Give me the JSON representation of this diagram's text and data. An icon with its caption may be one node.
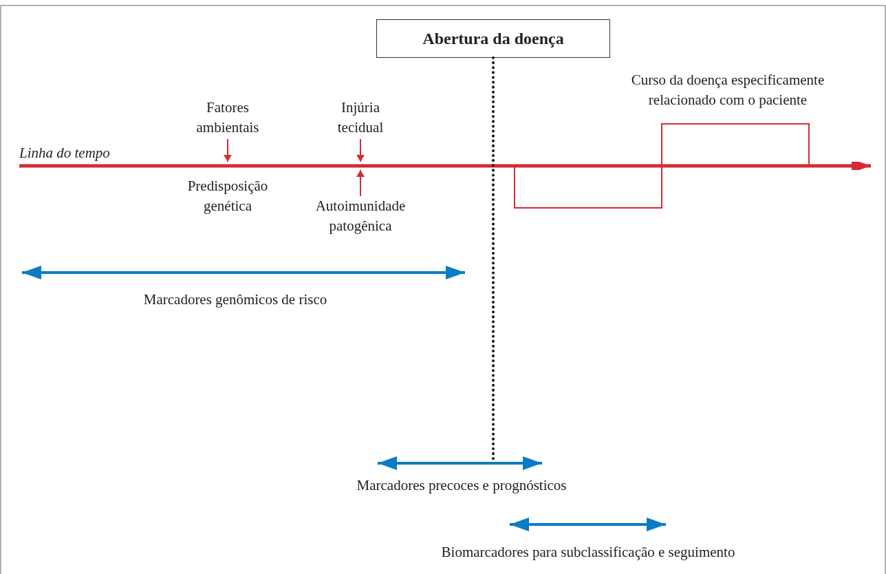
{
  "diagram": {
    "nodes": [
      {
        "text": [
          "Abertura da doença"
        ]
      },
      {
        "text": [
          "Fatores ambientais"
        ]
      },
      {
        "text": [
          "Injúria tecidual"
        ]
      },
      {
        "text": [
          "Autoimunidade patogênica"
        ]
      },
      {
        "text": [],
        "shape": "bar"
      }
    ],
    "edges": [
      {
        "from": 1,
        "to": 4,
        "arrow": "to"
      },
      {
        "from": 2,
        "to": 4,
        "arrow": "to"
      },
      {
        "from": 3,
        "to": 4,
        "arrow": "to"
      },
      {
        "from": 0,
        "to": null,
        "arrow": "none",
        "style": "dashed",
        "color": "#111111"
      }
    ],
    "labels": [
      "Curso da doença especificamente relacionado com o paciente",
      "Linha do tempo",
      "Predisposição genética",
      "Marcadores genômicos de risco",
      "Marcadores precoces e prognósticos",
      "Biomarcadores para subclassificação e seguimento"
    ]
  }
}
